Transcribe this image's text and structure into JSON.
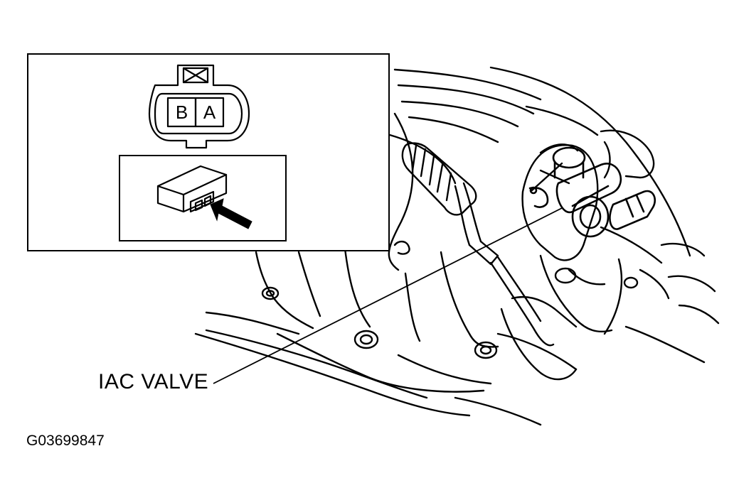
{
  "callout_label": "IAC VALVE",
  "figure_id": "G03699847",
  "connector": {
    "pin_left": "B",
    "pin_right": "A"
  }
}
